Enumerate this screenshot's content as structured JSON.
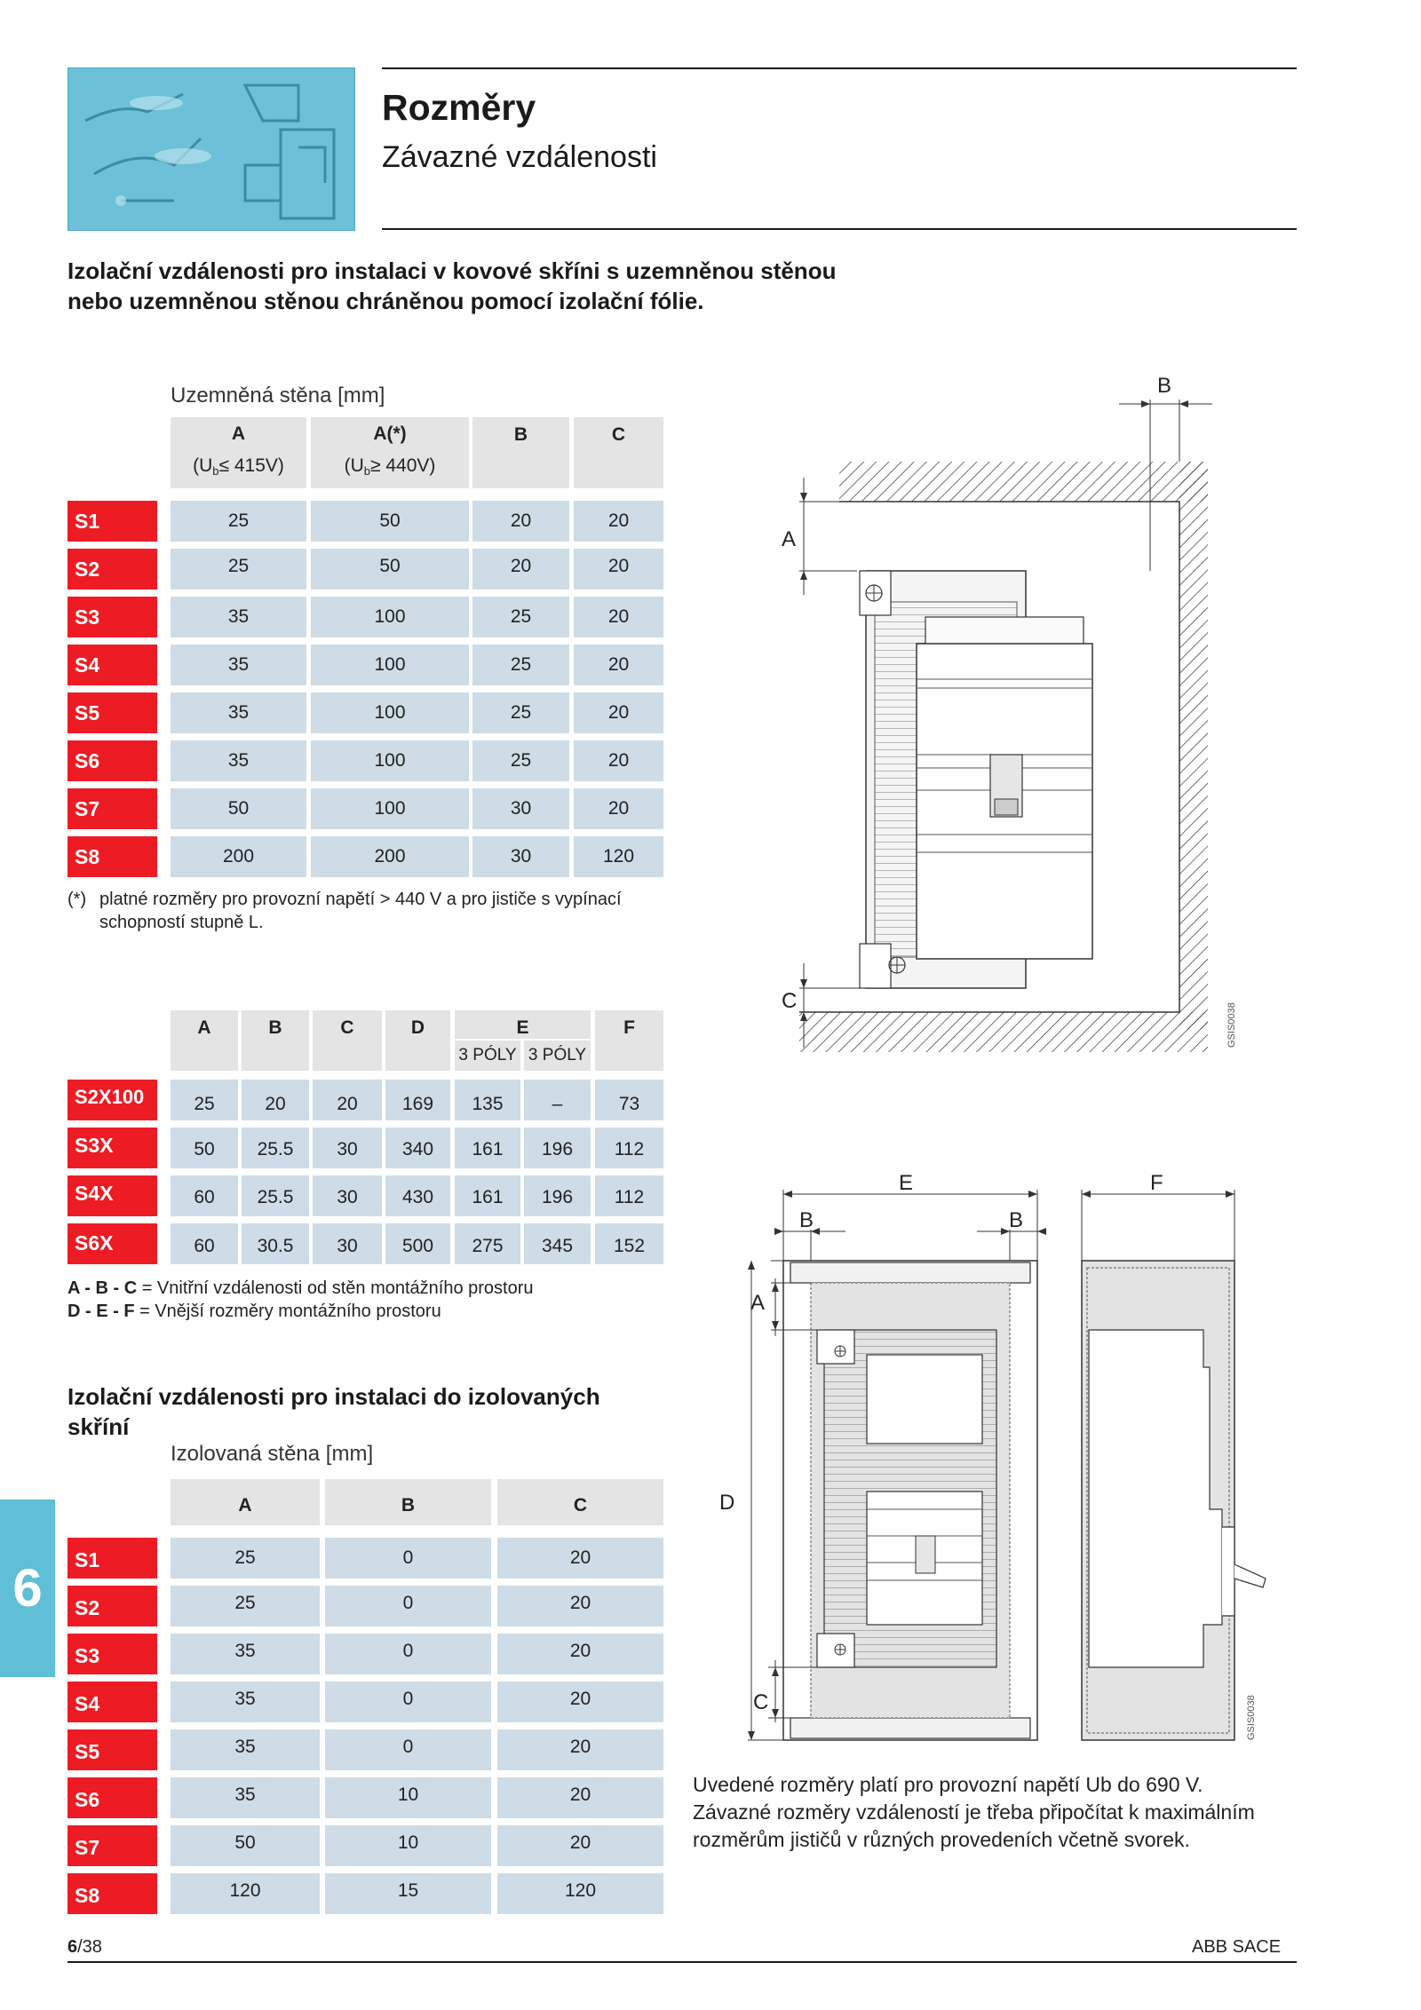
{
  "header": {
    "title": "Rozměry",
    "subtitle": "Závazné vzdálenosti"
  },
  "section1": {
    "heading_line1": "Izolační vzdálenosti pro instalaci v kovové skříni s uzemněnou stěnou",
    "heading_line2": "nebo uzemněnou stěnou chráněnou pomocí izolační fólie.",
    "table_caption": "Uzemněná stěna [mm]",
    "col_a": "A",
    "col_a_sub_pre": "(U",
    "col_a_sub_b": "b",
    "col_a_sub_post": "≤ 415V)",
    "col_astar": "A(*)",
    "col_astar_sub_pre": "(U",
    "col_astar_sub_b": "b",
    "col_astar_sub_post": "≥ 440V)",
    "col_b": "B",
    "col_c": "C",
    "rows": [
      {
        "label": "S1",
        "a": "25",
        "astar": "50",
        "b": "20",
        "c": "20"
      },
      {
        "label": "S2",
        "a": "25",
        "astar": "50",
        "b": "20",
        "c": "20"
      },
      {
        "label": "S3",
        "a": "35",
        "astar": "100",
        "b": "25",
        "c": "20"
      },
      {
        "label": "S4",
        "a": "35",
        "astar": "100",
        "b": "25",
        "c": "20"
      },
      {
        "label": "S5",
        "a": "35",
        "astar": "100",
        "b": "25",
        "c": "20"
      },
      {
        "label": "S6",
        "a": "35",
        "astar": "100",
        "b": "25",
        "c": "20"
      },
      {
        "label": "S7",
        "a": "50",
        "astar": "100",
        "b": "30",
        "c": "20"
      },
      {
        "label": "S8",
        "a": "200",
        "astar": "200",
        "b": "30",
        "c": "120"
      }
    ],
    "footnote_mark": "(*)",
    "footnote_line1": "platné rozměry pro provozní napětí > 440 V a pro jističe s vypínací",
    "footnote_line2": "schopností stupně L."
  },
  "section2": {
    "cols": [
      "A",
      "B",
      "C",
      "D",
      "E",
      "F"
    ],
    "e_sub1": "3 PÓLY",
    "e_sub2": "3 PÓLY",
    "rows": [
      {
        "label": "S2X100",
        "v": [
          "25",
          "20",
          "20",
          "169",
          "135",
          "–",
          "73"
        ]
      },
      {
        "label": "S3X",
        "v": [
          "50",
          "25.5",
          "30",
          "340",
          "161",
          "196",
          "112"
        ]
      },
      {
        "label": "S4X",
        "v": [
          "60",
          "25.5",
          "30",
          "430",
          "161",
          "196",
          "112"
        ]
      },
      {
        "label": "S6X",
        "v": [
          "60",
          "30.5",
          "30",
          "500",
          "275",
          "345",
          "152"
        ]
      }
    ],
    "legend1_key": "A - B - C",
    "legend1_text": " = Vnitřní vzdálenosti od stěn montážního prostoru",
    "legend2_key": "D - E - F",
    "legend2_text": " = Vnější rozměry montážního prostoru"
  },
  "section3": {
    "heading_line1": "Izolační vzdálenosti pro instalaci do izolovaných",
    "heading_line2": "skříní",
    "table_caption": "Izolovaná stěna [mm]",
    "col_a": "A",
    "col_b": "B",
    "col_c": "C",
    "rows": [
      {
        "label": "S1",
        "a": "25",
        "b": "0",
        "c": "20"
      },
      {
        "label": "S2",
        "a": "25",
        "b": "0",
        "c": "20"
      },
      {
        "label": "S3",
        "a": "35",
        "b": "0",
        "c": "20"
      },
      {
        "label": "S4",
        "a": "35",
        "b": "0",
        "c": "20"
      },
      {
        "label": "S5",
        "a": "35",
        "b": "0",
        "c": "20"
      },
      {
        "label": "S6",
        "a": "35",
        "b": "10",
        "c": "20"
      },
      {
        "label": "S7",
        "a": "50",
        "b": "10",
        "c": "20"
      },
      {
        "label": "S8",
        "a": "120",
        "b": "15",
        "c": "120"
      }
    ]
  },
  "drawing1": {
    "label_a": "A",
    "label_b": "B",
    "label_c": "C",
    "code": "GSIS0038"
  },
  "drawing2": {
    "label_a": "A",
    "label_b1": "B",
    "label_b2": "B",
    "label_c": "C",
    "label_d": "D",
    "label_e": "E",
    "label_f": "F",
    "code": "GSIS0038"
  },
  "note": {
    "line1": "Uvedené rozměry platí pro provozní napětí Ub do 690 V.",
    "line2": "Závazné rozměry vzdáleností je třeba připočítat k maximálním",
    "line3": "rozměrům jističů v různých provedeních včetně svorek."
  },
  "chapter_tab": "6",
  "footer": {
    "page_bold": "6",
    "page_rest": "/38",
    "company": "ABB SACE"
  }
}
